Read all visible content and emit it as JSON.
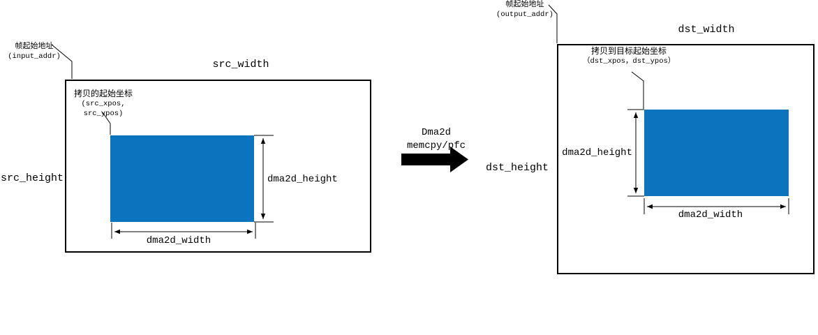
{
  "source_frame": {
    "frame_addr_label": "帧起始地址",
    "frame_addr_var": "(input_addr)",
    "width_label": "src_width",
    "height_label": "src_height",
    "copy_origin_label": "拷贝的起始坐标",
    "copy_origin_var": "(src_xpos, src_ypos)",
    "region_height_label": "dma2d_height",
    "region_width_label": "dma2d_width"
  },
  "transfer": {
    "line1": "Dma2d",
    "line2": "memcpy/pfc"
  },
  "destination_frame": {
    "frame_addr_label": "帧起始地址",
    "frame_addr_var": "(output_addr)",
    "width_label": "dst_width",
    "height_label": "dst_height",
    "copy_origin_label": "拷贝到目标起始坐标",
    "copy_origin_var": "（dst_xpos，dst_ypos）",
    "region_height_label": "dma2d_height",
    "region_width_label": "dma2d_width"
  },
  "colors": {
    "region_fill": "#0c74be",
    "line": "#000000"
  }
}
